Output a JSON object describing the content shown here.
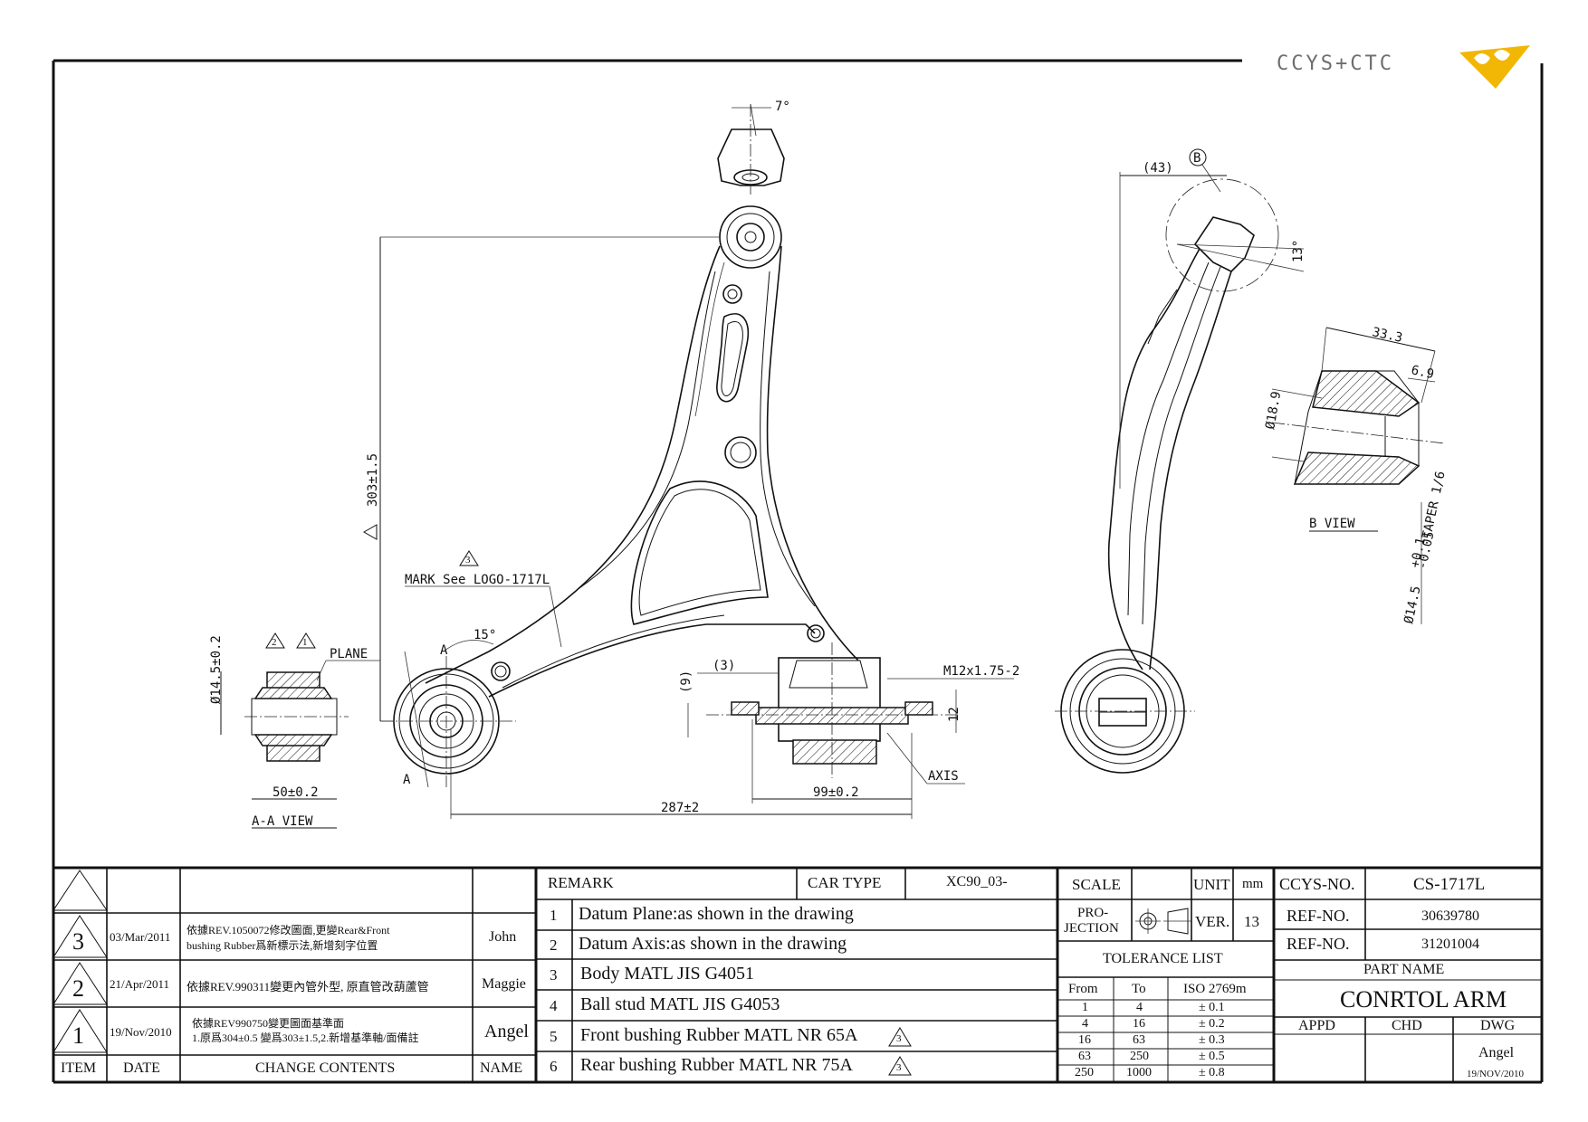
{
  "logo": {
    "text": "CCYS+CTC"
  },
  "colors": {
    "logo_gray": "#6e6e6e",
    "logo_gold": "#f2b705"
  },
  "labels": {
    "angle_top": "7°",
    "dim_43": "(43)",
    "detail_b": "B",
    "angle_13": "13°",
    "dim_33_3": "33.3",
    "dim_6_9": "6.9",
    "dia_18_9": "Ø18.9",
    "b_view": "B VIEW",
    "taper": "Ø14.5",
    "taper_sup": "+0.1",
    "taper_sub": "-0.05",
    "taper_rest": "TAPER 1/6",
    "dim_303": "303±1.5",
    "rev_mark_3": "3",
    "mark_note": "MARK See LOGO-1717L",
    "rev_mark_2": "2",
    "rev_mark_1": "1",
    "plane": "PLANE",
    "dia_14_5": "Ø14.5±0.2",
    "dim_50": "50±0.2",
    "aa_view": "A-A VIEW",
    "angle_15": "15°",
    "section_a": "A",
    "dim_3": "(3)",
    "dim_9": "(9)",
    "thread": "M12x1.75-2",
    "dim_12": "12",
    "axis": "AXIS",
    "dim_99": "99±0.2",
    "dim_287": "287±2"
  },
  "revisions": {
    "header_blank": "",
    "rows": [
      {
        "no": "3",
        "date": "03/Mar/2011",
        "content_1": "依據REV.1050072修改圖面,更變Rear&Front",
        "content_2": "bushing Rubber爲新標示法,新增刻字位置",
        "name": "John"
      },
      {
        "no": "2",
        "date": "21/Apr/2011",
        "content_1": "依據REV.990311變更內管外型, 原直管改葫蘆管",
        "content_2": "",
        "name": "Maggie"
      },
      {
        "no": "1",
        "date": "19/Nov/2010",
        "content_1": "依據REV990750變更圖面基準面",
        "content_2": "1.原爲304±0.5 變爲303±1.5,2.新增基準軸/面備註",
        "name": "Angel"
      }
    ],
    "footer": {
      "item": "ITEM",
      "date": "DATE",
      "contents": "CHANGE CONTENTS",
      "name": "NAME"
    }
  },
  "remarks": {
    "title": "REMARK",
    "car_type_label": "CAR TYPE",
    "car_type_value": "XC90_03-",
    "items": [
      {
        "no": "1",
        "text": "Datum Plane:as shown in the drawing",
        "rev": ""
      },
      {
        "no": "2",
        "text": "Datum Axis:as shown in the drawing",
        "rev": ""
      },
      {
        "no": "3",
        "text": "Body MATL JIS G4051",
        "rev": ""
      },
      {
        "no": "4",
        "text": "Ball stud MATL JIS G4053",
        "rev": ""
      },
      {
        "no": "5",
        "text": "Front bushing Rubber MATL NR 65A",
        "rev": "3"
      },
      {
        "no": "6",
        "text": "Rear bushing Rubber MATL NR 75A",
        "rev": "3"
      }
    ]
  },
  "title_block": {
    "scale_label": "SCALE",
    "scale_value": "",
    "unit_label": "UNIT",
    "unit_value": "mm",
    "projection_label_1": "PRO-",
    "projection_label_2": "JECTION",
    "ver_label": "VER.",
    "ver_value": "13",
    "tolerance_title": "TOLERANCE LIST",
    "tol_headers": [
      "From",
      "To",
      "ISO 2769m"
    ],
    "tol_rows": [
      [
        "1",
        "4",
        "± 0.1"
      ],
      [
        "4",
        "16",
        "± 0.2"
      ],
      [
        "16",
        "63",
        "± 0.3"
      ],
      [
        "63",
        "250",
        "± 0.5"
      ],
      [
        "250",
        "1000",
        "± 0.8"
      ]
    ],
    "ccys_no_label": "CCYS-NO.",
    "ccys_no_value": "CS-1717L",
    "ref1_label": "REF-NO.",
    "ref1_value": "30639780",
    "ref2_label": "REF-NO.",
    "ref2_value": "31201004",
    "part_name_label": "PART NAME",
    "part_name_value": "CONRTOL ARM",
    "appd": "APPD",
    "chd": "CHD",
    "dwg": "DWG",
    "dwg_name": "Angel",
    "dwg_date": "19/NOV/2010"
  }
}
